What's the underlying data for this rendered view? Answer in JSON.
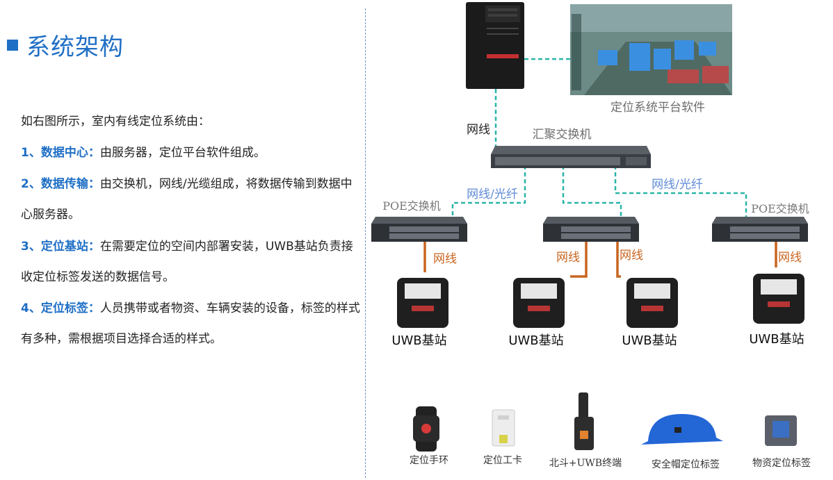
{
  "title": "系统架构",
  "intro": "如右图所示，室内有线定位系统由：",
  "items": [
    {
      "head": "1、数据中心：",
      "body": "由服务器，定位平台软件组成。"
    },
    {
      "head": "2、数据传输：",
      "body": "由交换机，网线/光缆组成，将数据传输到数据中心服务器。"
    },
    {
      "head": "3、定位基站：",
      "body": "在需要定位的空间内部署安装，UWB基站负责接收定位标签发送的数据信号。"
    },
    {
      "head": "4、定位标签：",
      "body": "人员携带或者物资、车辆安装的设备，标签的样式有多种，需根据项目选择合适的样式。"
    }
  ],
  "diagram": {
    "platform_label": "定位系统平台软件",
    "server_link_label": "网线",
    "core_switch_label": "汇聚交换机",
    "uplink_left_label": "网线/光纤",
    "uplink_right_label": "网线/光纤",
    "poe_left_label": "POE交换机",
    "poe_right_label": "POE交换机",
    "cable_labels": [
      "网线",
      "网线",
      "网线",
      "网线"
    ],
    "stations": [
      "UWB基站",
      "UWB基站",
      "UWB基站",
      "UWB基站"
    ],
    "tags": [
      "定位手环",
      "定位工卡",
      "北斗+UWB终端",
      "安全帽定位标签",
      "物资定位标签"
    ],
    "colors": {
      "accent": "#1f6fc5",
      "dashed_link": "#2bb5a8",
      "cable": "#c8651f",
      "label_blue": "#5d8ad6"
    }
  }
}
